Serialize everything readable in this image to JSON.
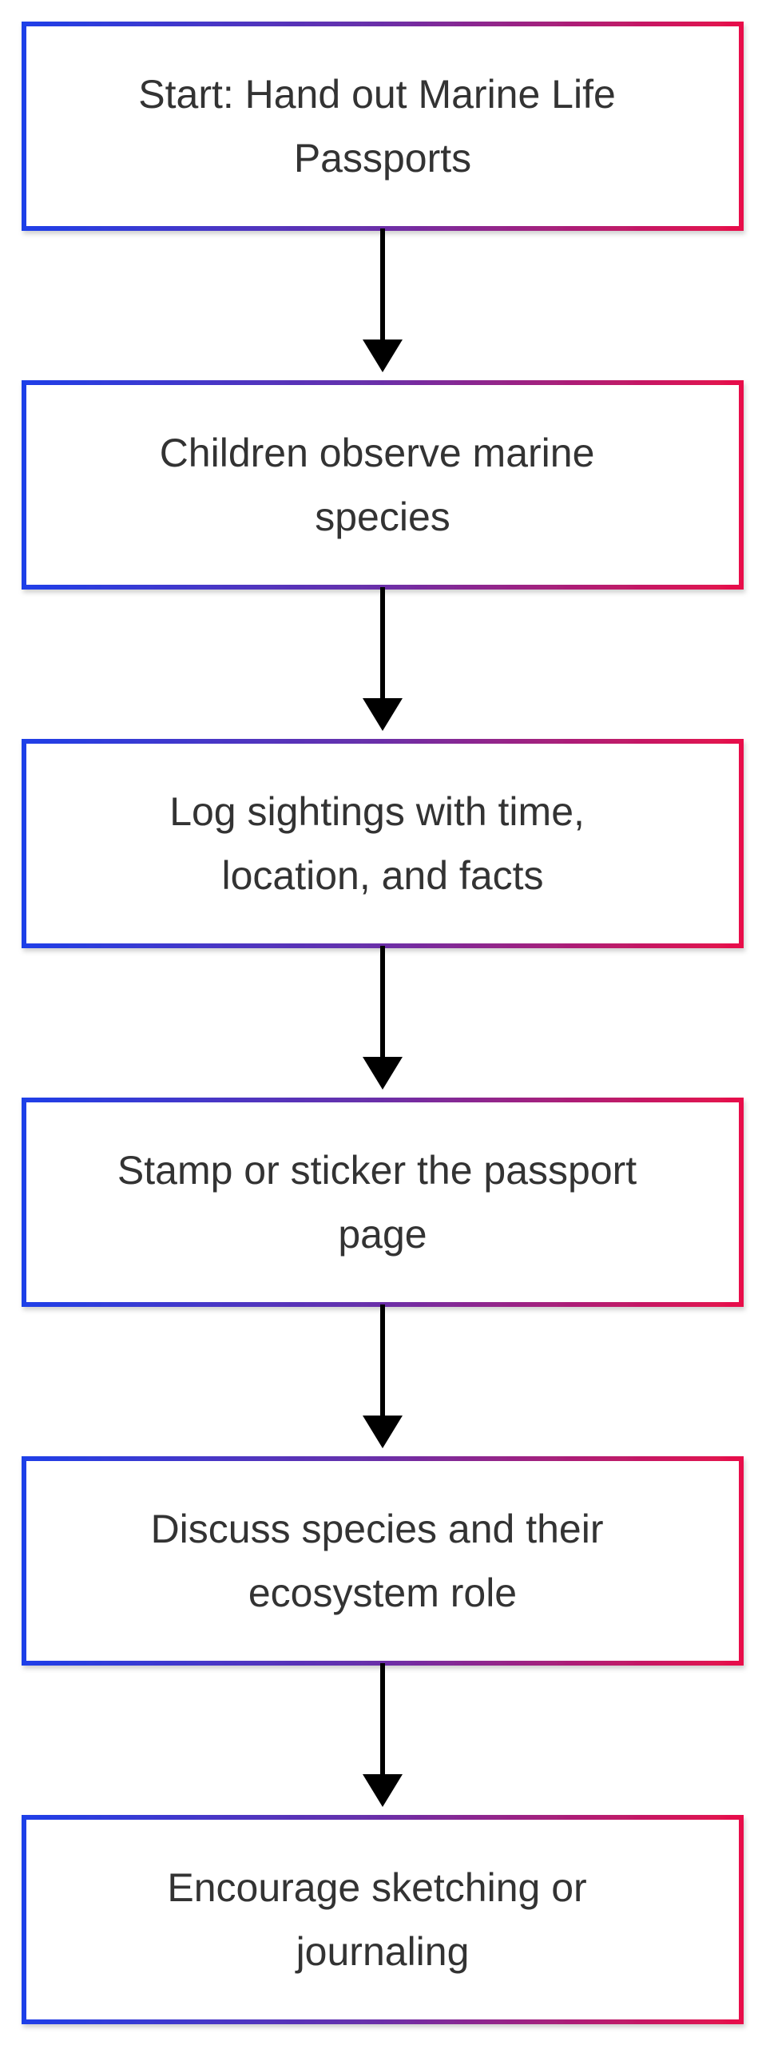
{
  "flowchart": {
    "steps": [
      {
        "line1": "Start: Hand out Marine Life",
        "line2": "Passports"
      },
      {
        "line1": "Children observe marine",
        "line2": "species"
      },
      {
        "line1": "Log sightings with time,",
        "line2": "location, and facts"
      },
      {
        "line1": "Stamp or sticker the passport",
        "line2": "page"
      },
      {
        "line1": "Discuss species and their",
        "line2": "ecosystem role"
      },
      {
        "line1": "Encourage sketching or",
        "line2": "journaling"
      }
    ]
  },
  "colors": {
    "border_start": "#1f3fe8",
    "border_mid": "#6b2fa8",
    "border_end": "#e8104a",
    "text": "#333333",
    "arrow": "#000000",
    "background": "#ffffff"
  }
}
